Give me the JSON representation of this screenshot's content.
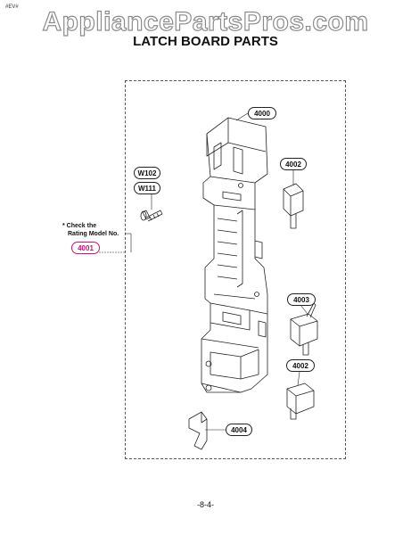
{
  "header": {
    "watermark": "AppliancePartsPros.com",
    "corner_code": "#EV#",
    "title": "LATCH BOARD PARTS"
  },
  "note": {
    "line1": "* Check the",
    "line2": "Rating Model No."
  },
  "callouts": {
    "c4000": "4000",
    "c4002_top": "4002",
    "cW102": "W102",
    "cW111": "W111",
    "c4001": "4001",
    "c4003": "4003",
    "c4002_bottom": "4002",
    "c4004": "4004"
  },
  "footer": {
    "page_number": "-8-4-"
  },
  "colors": {
    "highlight": "#c0157a",
    "line": "#222222"
  }
}
